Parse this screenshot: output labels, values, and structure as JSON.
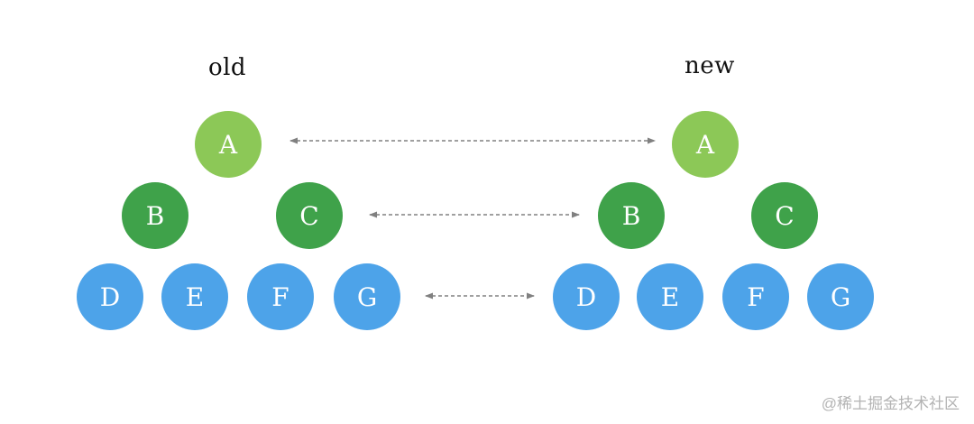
{
  "diagram": {
    "old_label": "old",
    "new_label": "new",
    "trees": {
      "old": {
        "root": "A",
        "level2": [
          "B",
          "C"
        ],
        "level3": [
          "D",
          "E",
          "F",
          "G"
        ]
      },
      "new": {
        "root": "A",
        "level2": [
          "B",
          "C"
        ],
        "level3": [
          "D",
          "E",
          "F",
          "G"
        ]
      }
    },
    "arrows": [
      {
        "from": "old-A",
        "to": "new-A"
      },
      {
        "from": "old-C",
        "to": "new-B"
      },
      {
        "from": "old-G",
        "to": "new-D"
      }
    ],
    "colors": {
      "background": "#ffffff",
      "root_node": "#8cc857",
      "mid_node": "#3fa24a",
      "leaf_node": "#4da3e9",
      "node_text": "#ffffff",
      "arrow": "#808080",
      "label_text": "#111111",
      "watermark_text": "#b3b3b3"
    }
  },
  "watermark": "@稀土掘金技术社区"
}
